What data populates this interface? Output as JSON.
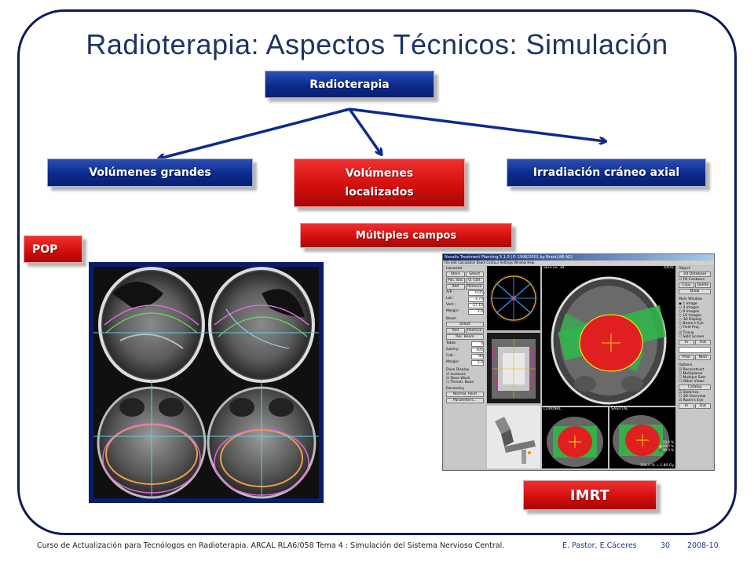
{
  "title": "Radioterapia: Aspectos Técnicos: Simulación",
  "diagram": {
    "root": "Radioterapia",
    "branches": [
      "Volúmenes grandes",
      "Volúmenes localizados",
      "Irradiación cráneo axial"
    ],
    "sub": "Múltiples campos",
    "pop": "POP",
    "imrt": "IMRT"
  },
  "tps": {
    "window_title": "Novalis Treatment Planning 5.1.0 (© 1998/2001 by BrainLAB AG)",
    "slice": "Slice no. 38",
    "view_axial": "AXIAL",
    "view_coronal": "CORONAL",
    "view_sagittal": "SAGITTAL",
    "dose": "100.0 % = 1.80 Gy",
    "isocenter_label": "Isocenter",
    "store": "Store",
    "select": "Select",
    "pos_isoc": "Pos. Isoc",
    "o_coll": "O. Coll.",
    "add": "Add",
    "remove": "Remove",
    "ap": "A/P :",
    "ap_val": "0.05",
    "lat": "Lat.:",
    "lat_val": "-3.73",
    "vert": "Vert.:",
    "vert_val": "-27.10",
    "margin": "Margin:",
    "margin_val": "2.0",
    "beam_label": "Beam",
    "pos_beam": "Pos. Beam",
    "table": "Table:",
    "table_val": "0",
    "gantry": "Gantry:",
    "gantry_val": "305",
    "coll": "Coll.:",
    "coll_val": "90",
    "dose_display": "Dose Display",
    "isodoses": "Isodoses",
    "dose_wash": "Dose Wash",
    "thresh": "Thresh. Dose",
    "dosimetry": "Dosimetry",
    "normal_point": "Normal. Point",
    "parameters": "Parameters...",
    "object": "Object",
    "db3d": "3D Database",
    "fill": "Fill Contours",
    "copy": "Copy",
    "delete": "Delete",
    "draw": "Draw",
    "main_window": "Main Window",
    "w1": "1 Image",
    "w4": "4 Images",
    "w9": "9 Images",
    "w16": "16 Images",
    "w3d": "3D Display",
    "wbeye": "Beam's Eye",
    "wfield": "Field Proj.",
    "tissue": "Tissue",
    "split": "Split Screen",
    "in": "In",
    "out": "Out",
    "prior": "Prior",
    "next": "Next",
    "options": "Options",
    "reconstruct": "Reconstruct.",
    "multiplanar": "Multiplanar",
    "multiple_sets": "Multiple Sets",
    "other_views": "Other Views",
    "catalog": "Catalog",
    "sketches": "Sketches",
    "overview": "3D Overview",
    "rooms_eye": "Room's Eye",
    "legend": [
      "50.0 %",
      "80.0 %",
      "90.0 %"
    ]
  },
  "footer": {
    "course": "Curso de Actualización para Tecnólogos en Radioterapia.  ARCAL RLA6/058  Tema 4 : Simulación del Sistema Nervioso Central.",
    "authors": "E. Pastor,  E.Cáceres",
    "page": "30",
    "year": "2008-10"
  }
}
